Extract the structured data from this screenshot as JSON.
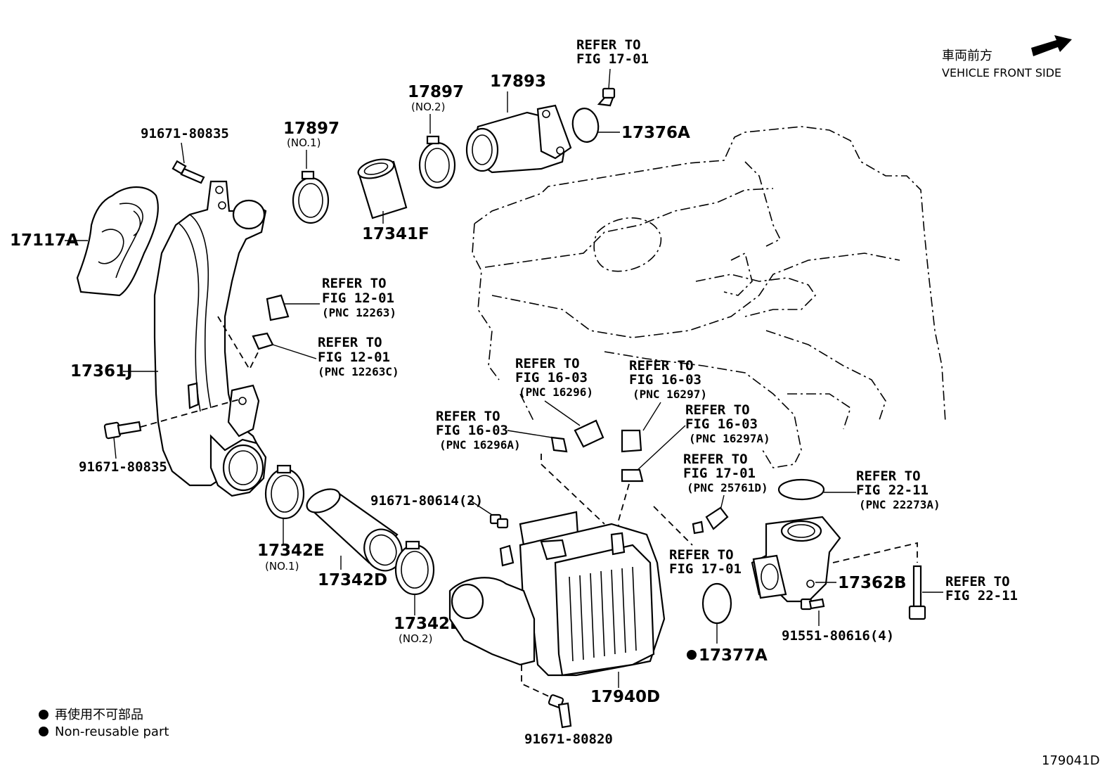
{
  "direction": {
    "jp": "車両前方",
    "en": "VEHICLE FRONT SIDE",
    "icon": "arrow-icon"
  },
  "parts": {
    "p17117A": "17117A",
    "p91671_80835_top": "91671-80835",
    "p17897_1": "17897",
    "p17897_1_sub": "(NO.1)",
    "p17897_2": "17897",
    "p17897_2_sub": "(NO.2)",
    "p17893": "17893",
    "p17376A": "17376A",
    "p17341F": "17341F",
    "p17361J": "17361J",
    "p91671_80835_bot": "91671-80835",
    "p17342E_1": "17342E",
    "p17342E_1_sub": "(NO.1)",
    "p17342D": "17342D",
    "p17342E_2": "17342E",
    "p17342E_2_sub": "(NO.2)",
    "p91671_80614": "91671-80614(2)",
    "p17940D": "17940D",
    "p91671_80820": "91671-80820",
    "p17377A": "17377A",
    "p17362B": "17362B",
    "p91551_80616": "91551-80616(4)"
  },
  "refs": {
    "r1701_top": {
      "l1": "REFER TO",
      "l2": "FIG 17-01"
    },
    "r1201_a": {
      "l1": "REFER TO",
      "l2": "FIG 12-01",
      "l3": "(PNC 12263)"
    },
    "r1201_b": {
      "l1": "REFER TO",
      "l2": "FIG 12-01",
      "l3": "(PNC 12263C)"
    },
    "r1603_a": {
      "l1": "REFER TO",
      "l2": "FIG 16-03",
      "l3": "(PNC 16296)"
    },
    "r1603_b": {
      "l1": "REFER TO",
      "l2": "FIG 16-03",
      "l3": "(PNC 16297)"
    },
    "r1603_c": {
      "l1": "REFER TO",
      "l2": "FIG 16-03",
      "l3": "(PNC 16296A)"
    },
    "r1603_d": {
      "l1": "REFER TO",
      "l2": "FIG 16-03",
      "l3": "(PNC 16297A)"
    },
    "r1701_b": {
      "l1": "REFER TO",
      "l2": "FIG 17-01",
      "l3": "(PNC 25761D)"
    },
    "r2211_a": {
      "l1": "REFER TO",
      "l2": "FIG 22-11",
      "l3": "(PNC 22273A)"
    },
    "r1701_c": {
      "l1": "REFER TO",
      "l2": "FIG 17-01"
    },
    "r2211_b": {
      "l1": "REFER TO",
      "l2": "FIG 22-11"
    }
  },
  "legend": {
    "jp": "再使用不可部品",
    "en": "Non-reusable part"
  },
  "figure_code": "179041D"
}
